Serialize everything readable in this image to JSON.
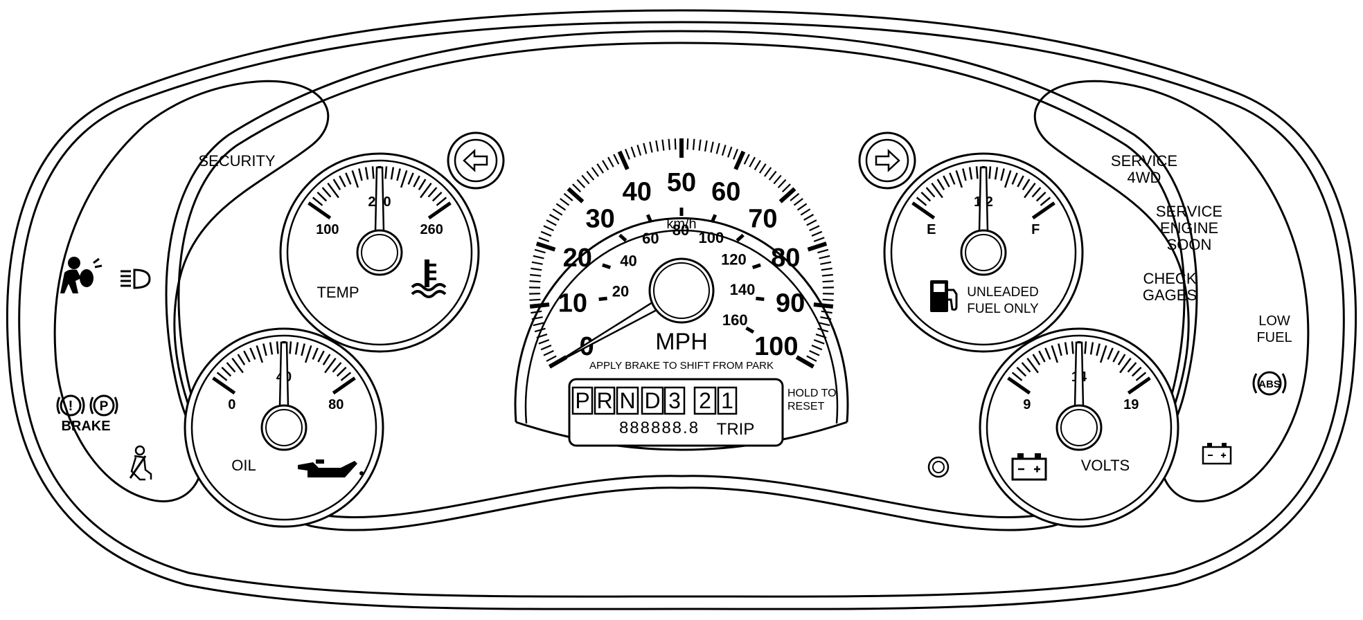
{
  "speedometer": {
    "mph_scale": [
      "0",
      "10",
      "20",
      "30",
      "40",
      "50",
      "60",
      "70",
      "80",
      "90",
      "100"
    ],
    "kmh_scale": [
      "20",
      "40",
      "60",
      "80",
      "100",
      "120",
      "140",
      "160"
    ],
    "unit_mph": "MPH",
    "unit_kmh": "km/h",
    "notice": "APPLY BRAKE TO SHIFT FROM PARK",
    "needle_mph": 0
  },
  "prndl": {
    "gears": [
      "P",
      "R",
      "N",
      "D",
      "3",
      "2",
      "1"
    ],
    "odometer": "888888.8",
    "trip_label": "TRIP",
    "reset_label": [
      "HOLD TO",
      "RESET"
    ]
  },
  "temp_gauge": {
    "label": "TEMP",
    "low": "100",
    "mid": "210",
    "high": "260",
    "needle": 0.5
  },
  "oil_gauge": {
    "label": "OIL",
    "low": "0",
    "mid": "40",
    "high": "80",
    "needle": 0.5
  },
  "fuel_gauge": {
    "label_lines": [
      "UNLEADED",
      "FUEL ONLY"
    ],
    "low": "E",
    "mid": "1/2",
    "high": "F",
    "needle": 0.5
  },
  "volts_gauge": {
    "label": "VOLTS",
    "low": "9",
    "mid": "14",
    "high": "19",
    "needle": 0.5
  },
  "indicators": {
    "security": "SECURITY",
    "brake": "BRAKE",
    "service_4wd": [
      "SERVICE",
      "4WD"
    ],
    "service_engine": [
      "SERVICE",
      "ENGINE",
      "SOON"
    ],
    "check_gages": [
      "CHECK",
      "GAGES"
    ],
    "low_fuel": [
      "LOW",
      "FUEL"
    ],
    "abs": "ABS",
    "brake_excl": "!",
    "brake_park": "P"
  },
  "icons": [
    "airbag-icon",
    "headlamp-icon",
    "brake-warning-icon",
    "seatbelt-icon",
    "coolant-temp-icon",
    "oil-can-icon",
    "fuel-pump-icon",
    "battery-icon",
    "abs-icon",
    "left-turn-arrow-icon",
    "right-turn-arrow-icon"
  ]
}
